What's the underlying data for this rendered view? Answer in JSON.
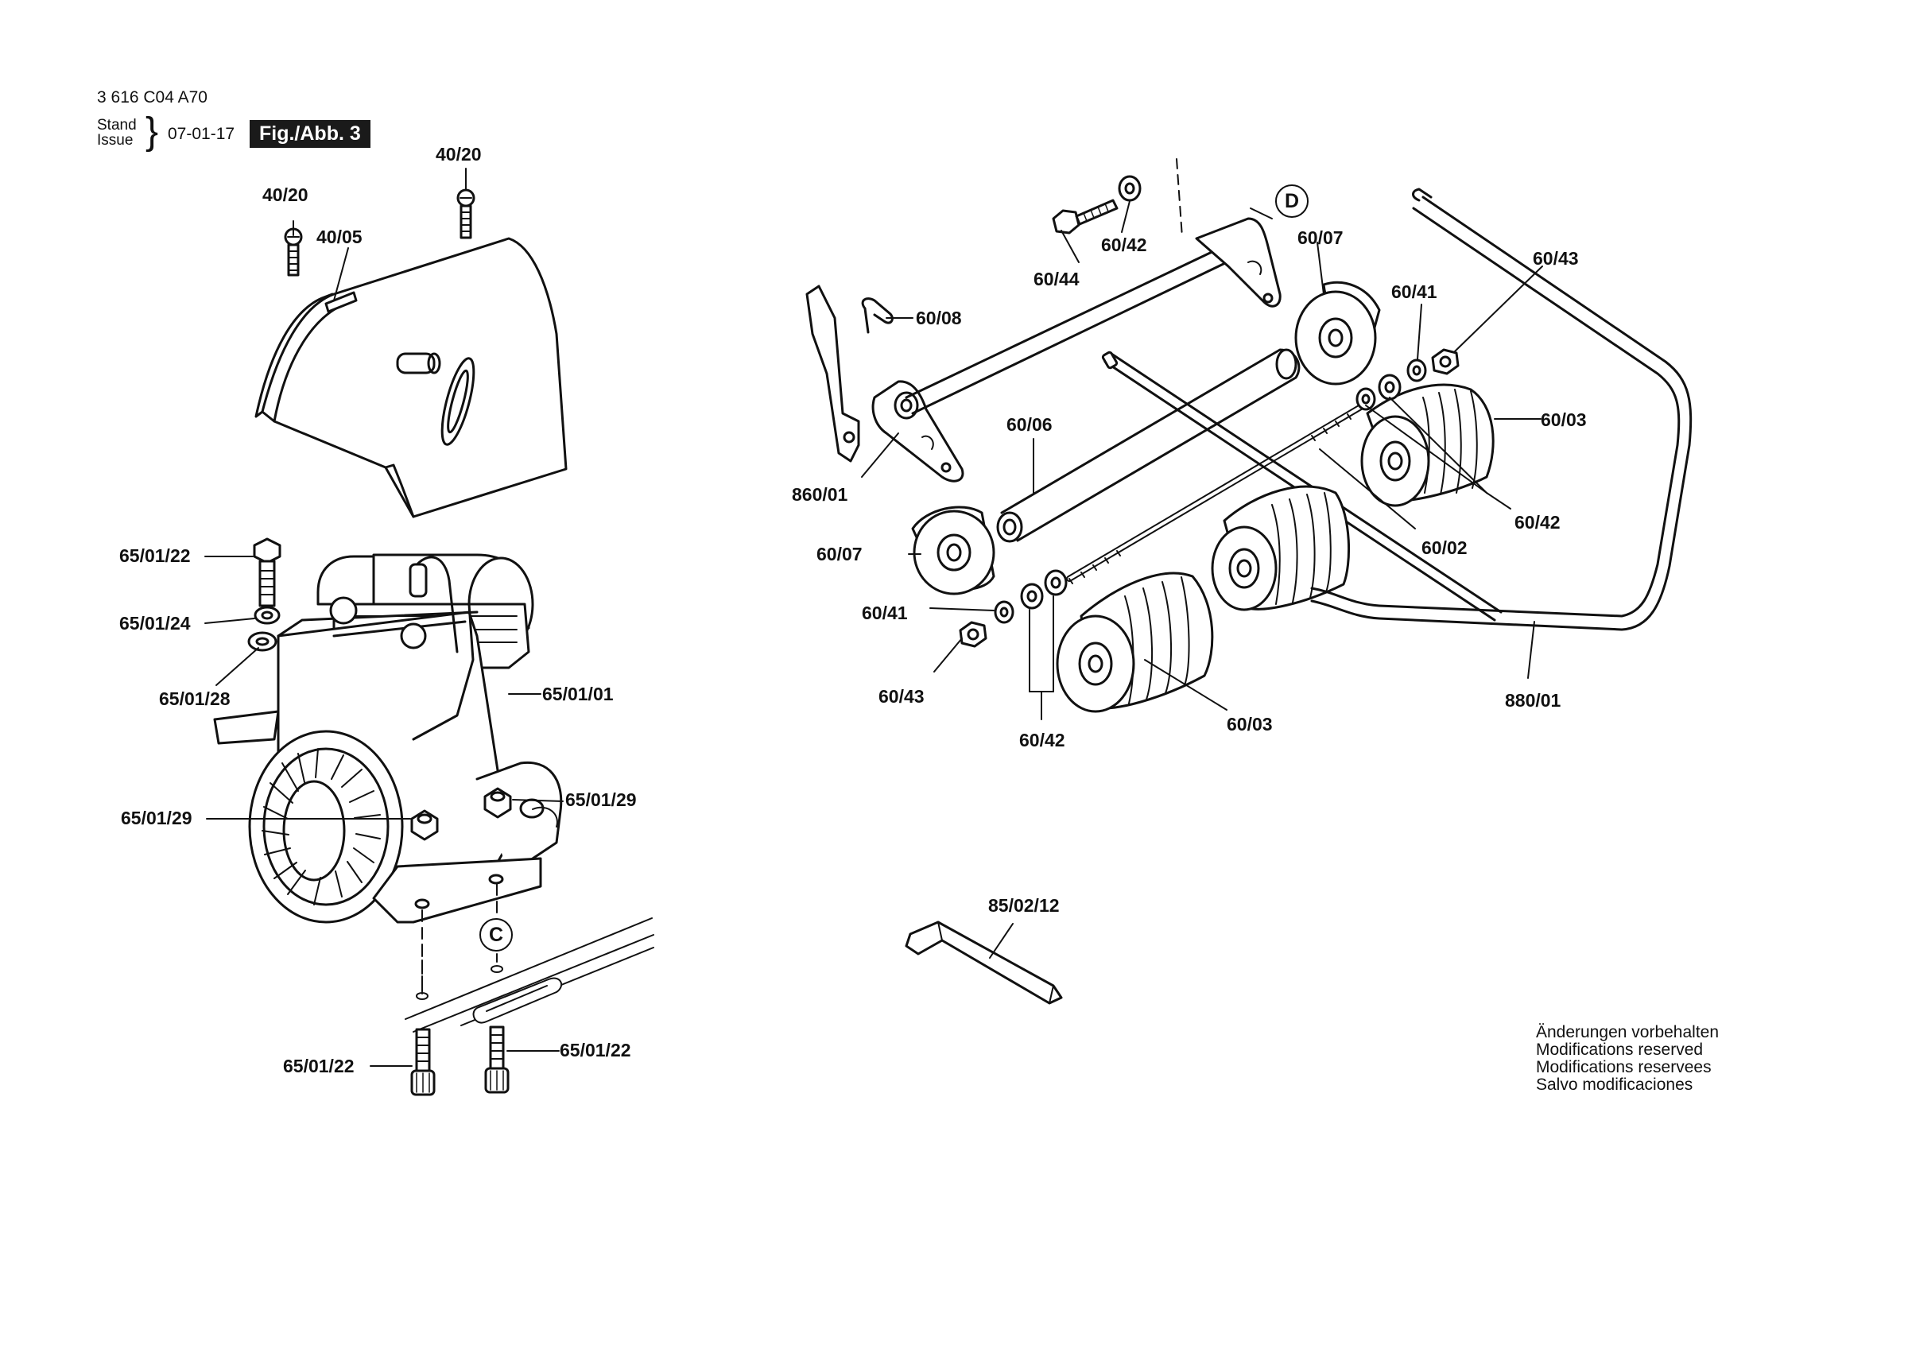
{
  "header": {
    "doc_number": "3 616 C04 A70",
    "stand_label": "Stand",
    "issue_label": "Issue",
    "brace": "}",
    "date": "07-01-17",
    "figure": "Fig./Abb. 3"
  },
  "callouts": {
    "d": "D",
    "c": "C"
  },
  "labels": {
    "l_40_20_a": "40/20",
    "l_40_20_b": "40/20",
    "l_40_05": "40/05",
    "l_65_01_22_top": "65/01/22",
    "l_65_01_24": "65/01/24",
    "l_65_01_28": "65/01/28",
    "l_65_01_01": "65/01/01",
    "l_65_01_29_left": "65/01/29",
    "l_65_01_29_right": "65/01/29",
    "l_65_01_22_bl": "65/01/22",
    "l_65_01_22_br": "65/01/22",
    "l_60_44": "60/44",
    "l_60_42_top": "60/42",
    "l_60_07_top": "60/07",
    "l_60_43_top": "60/43",
    "l_60_41_top": "60/41",
    "l_60_08": "60/08",
    "l_860_01": "860/01",
    "l_60_06": "60/06",
    "l_60_03_top": "60/03",
    "l_60_42_mid": "60/42",
    "l_60_02": "60/02",
    "l_60_07_bottom": "60/07",
    "l_60_41_bottom": "60/41",
    "l_60_43_bottom": "60/43",
    "l_60_42_bottom": "60/42",
    "l_60_03_bottom": "60/03",
    "l_880_01": "880/01",
    "l_85_02_12": "85/02/12"
  },
  "notes": [
    "Änderungen vorbehalten",
    "Modifications reserved",
    "Modifications reservees",
    "Salvo modificaciones"
  ]
}
